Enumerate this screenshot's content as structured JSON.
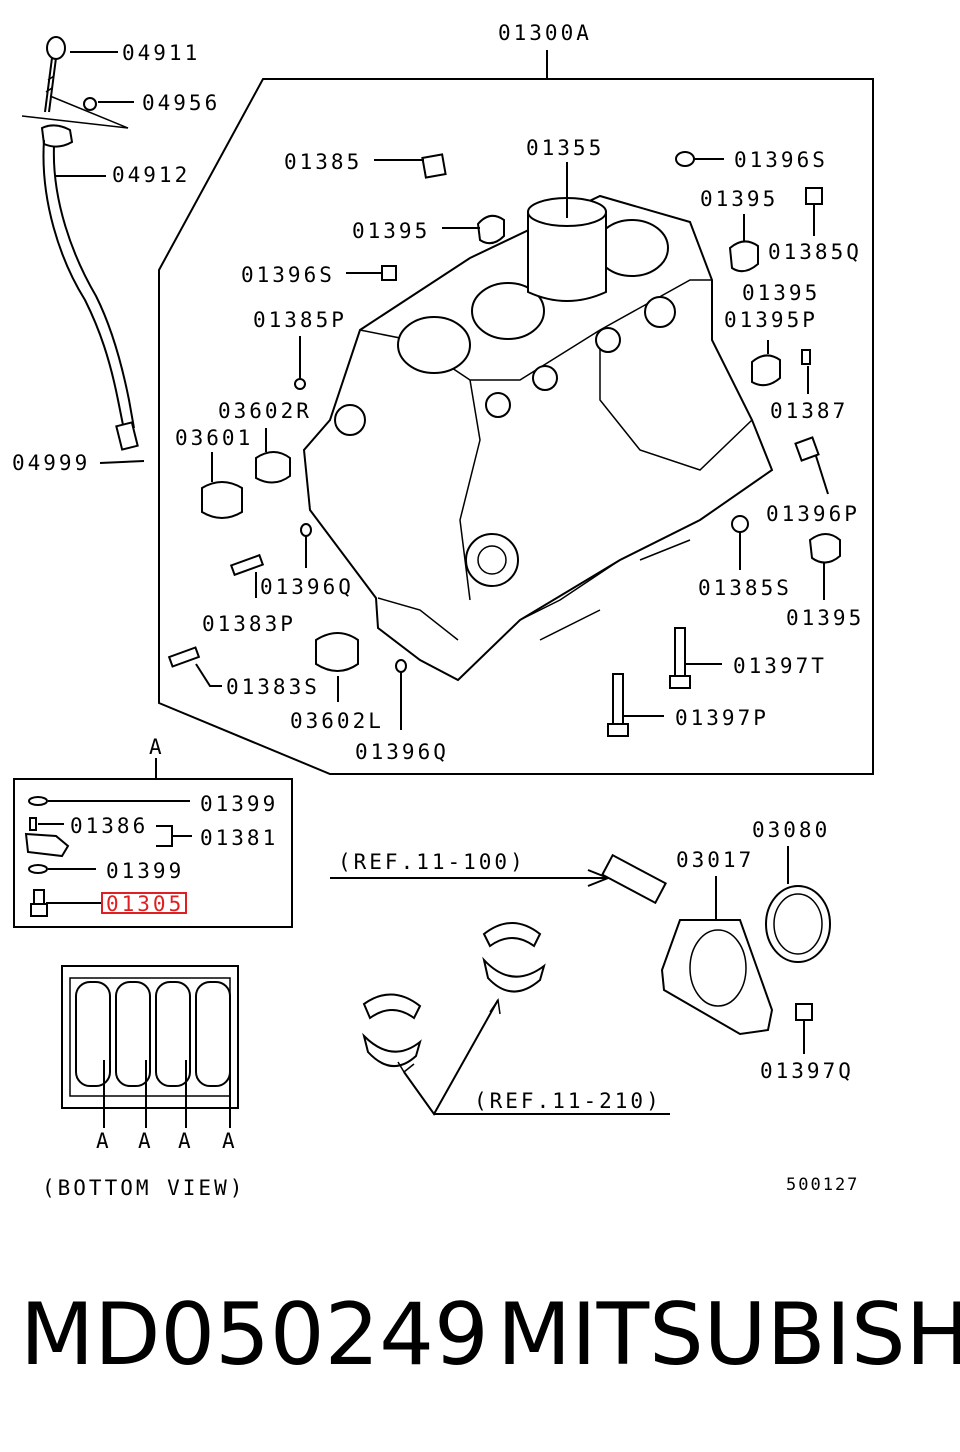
{
  "labels": {
    "assembly": "01300A",
    "dipstick": "04911",
    "oring": "04956",
    "guide": "04912",
    "guide_end": "04999",
    "plug_a": "01385",
    "sleeve": "01355",
    "pin_s": "01396S",
    "cap_1": "01395",
    "cap_2": "01395",
    "plug_q": "01385Q",
    "pin_s2": "01396S",
    "cap_3": "01395",
    "plug_p": "01385P",
    "cap_p": "01395P",
    "bush_r": "03602R",
    "pin_87": "01387",
    "bush": "03601",
    "pin_p": "01396P",
    "pin_q": "01396Q",
    "plug_s": "01385S",
    "stud_p": "01383P",
    "cap_4": "01395",
    "bolt_t": "01397T",
    "stud_s": "01383S",
    "bush_l": "03602L",
    "bolt_p": "01397P",
    "pin_q2": "01396Q",
    "detail_a": "A",
    "washer_1": "01399",
    "sensor": "01386",
    "bracket": "01381",
    "washer_2": "01399",
    "bolt_highlight": "01305",
    "ref_1": "(REF.11-100)",
    "seal": "03080",
    "retainer": "03017",
    "ref_2": "(REF.11-210)",
    "bolt_q": "01397Q",
    "bottom_a1": "A",
    "bottom_a2": "A",
    "bottom_a3": "A",
    "bottom_a4": "A",
    "bottom_view": "(BOTTOM VIEW)",
    "drawing_no": "500127"
  },
  "footer": {
    "part_number": "MD050249",
    "brand": "MITSUBISHI"
  },
  "colors": {
    "line": "#000000",
    "highlight": "#e02020",
    "background": "#ffffff"
  }
}
